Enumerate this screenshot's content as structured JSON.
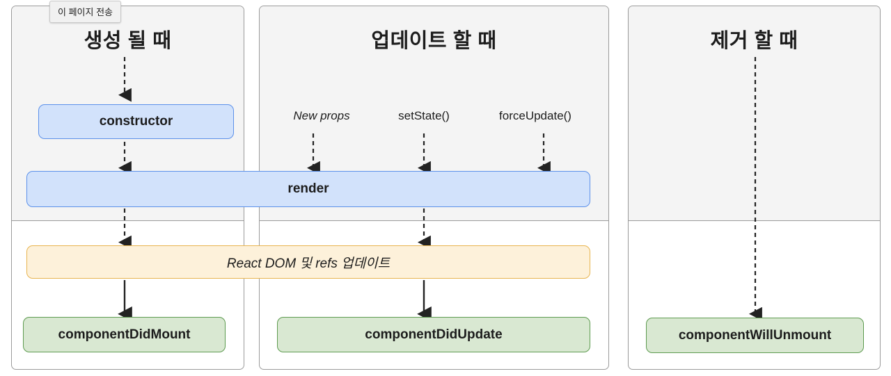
{
  "tooltip": {
    "text": "이 페이지 전송"
  },
  "colors": {
    "panel_border": "#9a9a9a",
    "upper_phase_bg": "#f4f4f4",
    "blue_fill": "#d2e2fb",
    "blue_border": "#5b90ea",
    "green_fill": "#d9e8d2",
    "green_border": "#5c9a4e",
    "amber_fill": "#fdf1da",
    "amber_border": "#e8b44f",
    "text": "#1c1c1c",
    "arrow": "#222222"
  },
  "panels": [
    {
      "id": "mount",
      "title": "생성 될 때"
    },
    {
      "id": "update",
      "title": "업데이트 할 때"
    },
    {
      "id": "unmount",
      "title": "제거 할 때"
    }
  ],
  "nodes": {
    "constructor": "constructor",
    "render": "render",
    "reactdom": "React DOM 및 refs 업데이트",
    "componentDidMount": "componentDidMount",
    "componentDidUpdate": "componentDidUpdate",
    "componentWillUnmount": "componentWillUnmount"
  },
  "triggers": {
    "new_props": "New props",
    "set_state": "setState()",
    "force_update": "forceUpdate()"
  }
}
